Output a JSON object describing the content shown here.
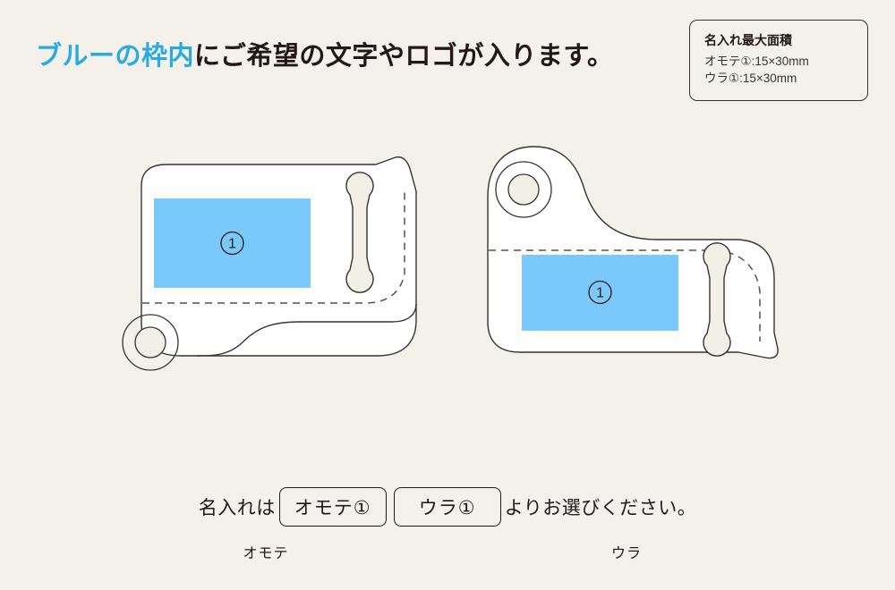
{
  "page": {
    "background_color": "#F4F1EA",
    "text_color": "#231815"
  },
  "headline": {
    "highlight": "ブルーの枠内",
    "highlight_color": "#29ABE2",
    "rest": "にご希望の文字やロゴが入ります。"
  },
  "info_box": {
    "title": "名入れ最大面積",
    "lines": [
      "オモテ①:15×30mm",
      "ウラ①:15×30mm"
    ]
  },
  "figures": [
    {
      "id": "front",
      "caption": "オモテ",
      "marker": "①",
      "imprint_area_color": "#7BC9FB",
      "body_color": "#FFFFFF",
      "outline_color": "#3A322E"
    },
    {
      "id": "back",
      "caption": "ウラ",
      "marker": "①",
      "imprint_area_color": "#7BC9FB",
      "body_color": "#FFFFFF",
      "outline_color": "#3A322E"
    }
  ],
  "selection": {
    "prefix": "名入れは",
    "options": [
      "オモテ①",
      "ウラ①"
    ],
    "suffix": "よりお選びください。"
  }
}
